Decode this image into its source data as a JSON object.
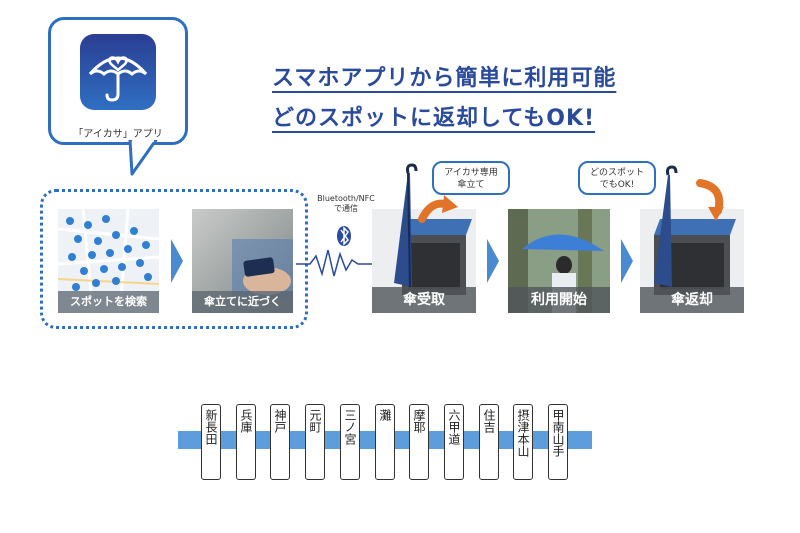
{
  "headline": {
    "line1": "スマホアプリから簡単に利用可能",
    "line2": "どのスポットに返却してもOK!"
  },
  "app": {
    "name": "「アイカサ」アプリ"
  },
  "steps": {
    "search_spot": "スポットを検索",
    "approach_stand": "傘立てに近づく",
    "receive": "傘受取",
    "start_use": "利用開始",
    "return": "傘返却"
  },
  "connection": {
    "label_line1": "Bluetooth/NFC",
    "label_line2": "で通信"
  },
  "callouts": {
    "stand_line1": "アイカサ専用",
    "stand_line2": "傘立て",
    "any_spot_line1": "どのスポット",
    "any_spot_line2": "でもOK!"
  },
  "stations": [
    "新長田",
    "兵庫",
    "神戸",
    "元町",
    "三ノ宮",
    "灘",
    "摩耶",
    "六甲道",
    "住吉",
    "摂津本山",
    "甲南山手"
  ],
  "colors": {
    "accent": "#2f6fbf",
    "headline": "#2a4a9b",
    "rail": "#5d9ddc",
    "return_arrow": "#e2742a"
  },
  "icons": [
    "umbrella-heart-icon",
    "bluetooth-icon",
    "chevron-right-icon",
    "curved-arrow-icon"
  ]
}
